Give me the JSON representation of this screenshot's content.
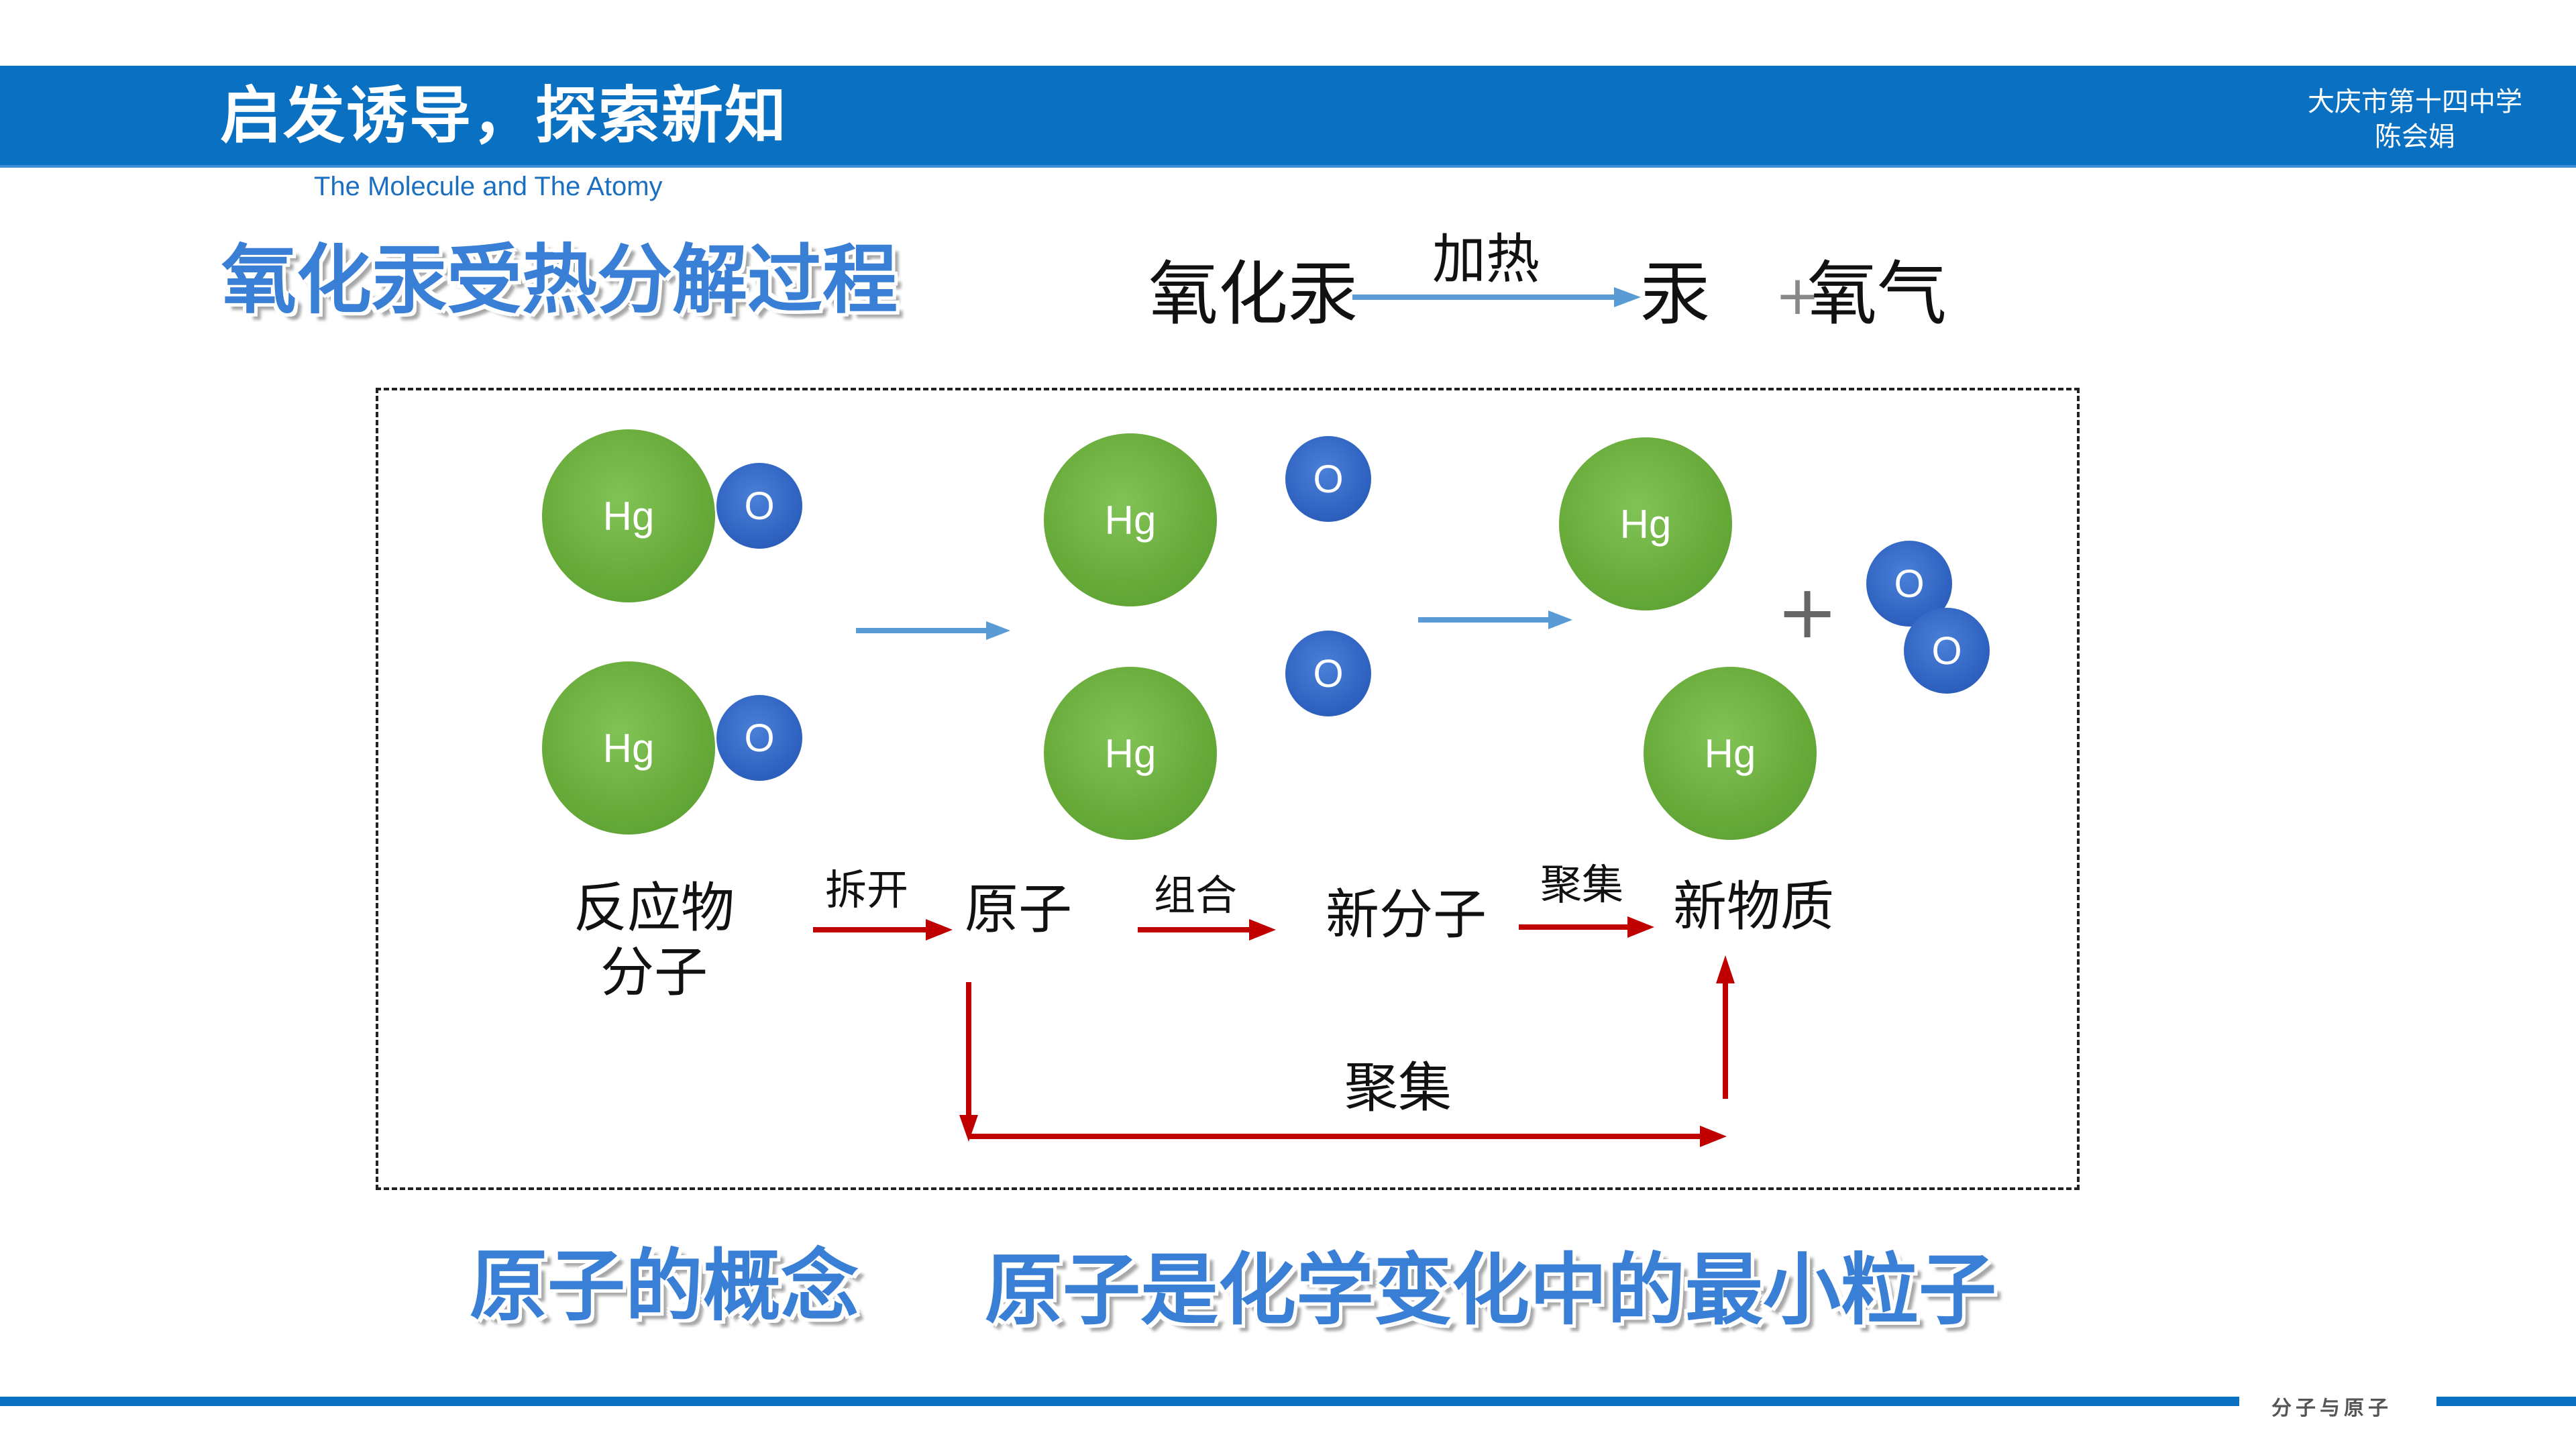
{
  "header": {
    "title": "启发诱导，探索新知",
    "subtitle": "The Molecule and The Atomy",
    "school": "大庆市第十四中学",
    "teacher": "陈会娟"
  },
  "process_heading": "氧化汞受热分解过程",
  "equation": {
    "reactant": "氧化汞",
    "condition": "加热",
    "product1": "汞",
    "plus": "+",
    "product2": "氧气"
  },
  "diagram": {
    "atom_labels": {
      "mercury": "Hg",
      "oxygen": "O"
    },
    "plus": "+",
    "flow": {
      "reactant_line1": "反应物",
      "reactant_line2": "分子",
      "step1": "拆开",
      "atoms": "原子",
      "step2": "组合",
      "new_molecule": "新分子",
      "step3": "聚集",
      "new_substance": "新物质",
      "bypass": "聚集"
    },
    "colors": {
      "mercury": "#6aac3c",
      "oxygen": "#2f62c0",
      "flow_arrow": "#c00000",
      "arrow": "#5b9bd5"
    }
  },
  "concept": {
    "label": "原子的概念",
    "text": "原子是化学变化中的最小粒子"
  },
  "footer": {
    "label": "分子与原子",
    "line_color": "#0a70c2"
  }
}
